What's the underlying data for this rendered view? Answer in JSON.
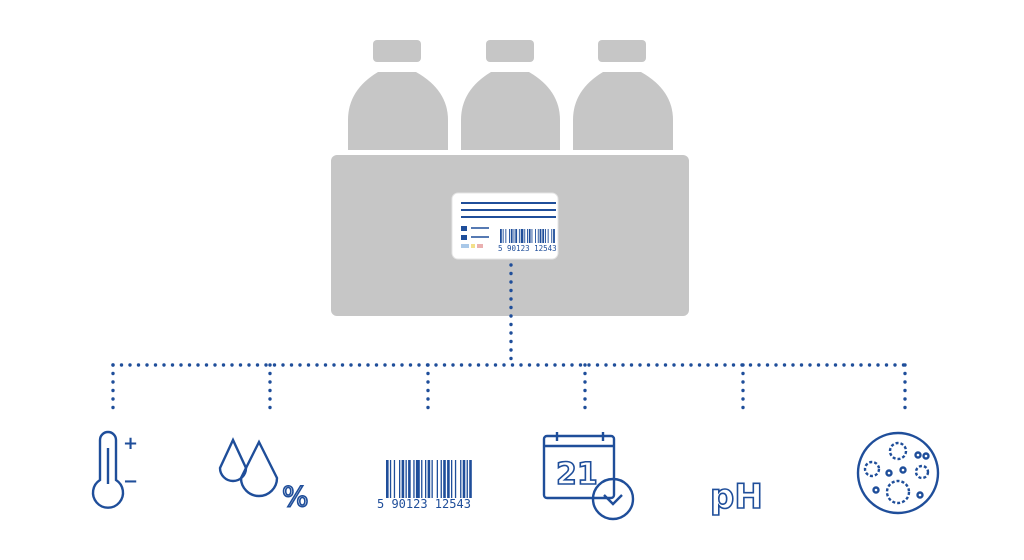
{
  "colors": {
    "accent": "#1f4e9a",
    "crate": "#c6c6c6",
    "label_bg": "#ffffff"
  },
  "label": {
    "barcode_number": "5 90123 12543"
  },
  "icons": [
    {
      "name": "thermometer-icon",
      "plus": "+",
      "minus": "−"
    },
    {
      "name": "humidity-icon",
      "percent": "%"
    },
    {
      "name": "barcode-icon",
      "barcode_number": "5 90123 12543"
    },
    {
      "name": "calendar-icon",
      "day": "21"
    },
    {
      "name": "ph-icon",
      "text": "pH"
    },
    {
      "name": "microbe-icon"
    }
  ]
}
